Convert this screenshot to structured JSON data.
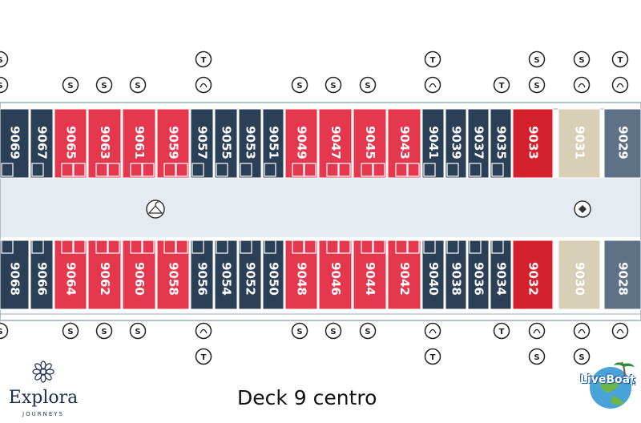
{
  "title": "Deck 9 centro",
  "brand": {
    "name": "Explora",
    "tagline": "JOURNEYS"
  },
  "watermark": {
    "text": "LiveBoat",
    "tld": ".it"
  },
  "colors": {
    "navy": "#2b3f57",
    "red": "#e5374d",
    "red_dark": "#d41f2c",
    "beige": "#d7cfb6",
    "gray": "#5e7187",
    "corridor": "#e6ebf2",
    "outline": "#9aaabd"
  },
  "cabins_top": [
    {
      "number": "9069",
      "type": "navy"
    },
    {
      "number": "9067",
      "type": "navy"
    },
    {
      "number": "9065",
      "type": "red"
    },
    {
      "number": "9063",
      "type": "red"
    },
    {
      "number": "9061",
      "type": "red"
    },
    {
      "number": "9059",
      "type": "red"
    },
    {
      "number": "9057",
      "type": "navy"
    },
    {
      "number": "9055",
      "type": "navy"
    },
    {
      "number": "9053",
      "type": "navy"
    },
    {
      "number": "9051",
      "type": "navy"
    },
    {
      "number": "9049",
      "type": "red"
    },
    {
      "number": "9047",
      "type": "red"
    },
    {
      "number": "9045",
      "type": "red"
    },
    {
      "number": "9043",
      "type": "red"
    },
    {
      "number": "9041",
      "type": "navy"
    },
    {
      "number": "9039",
      "type": "navy"
    },
    {
      "number": "9037",
      "type": "navy"
    },
    {
      "number": "9035",
      "type": "navy"
    },
    {
      "number": "9033",
      "type": "red_dark"
    },
    {
      "number": "9031",
      "type": "beige"
    },
    {
      "number": "9029",
      "type": "gray"
    }
  ],
  "cabins_bottom": [
    {
      "number": "9068",
      "type": "navy"
    },
    {
      "number": "9066",
      "type": "navy"
    },
    {
      "number": "9064",
      "type": "red"
    },
    {
      "number": "9062",
      "type": "red"
    },
    {
      "number": "9060",
      "type": "red"
    },
    {
      "number": "9058",
      "type": "red"
    },
    {
      "number": "9056",
      "type": "navy"
    },
    {
      "number": "9054",
      "type": "navy"
    },
    {
      "number": "9052",
      "type": "navy"
    },
    {
      "number": "9050",
      "type": "navy"
    },
    {
      "number": "9048",
      "type": "red"
    },
    {
      "number": "9046",
      "type": "red"
    },
    {
      "number": "9044",
      "type": "red"
    },
    {
      "number": "9042",
      "type": "red"
    },
    {
      "number": "9040",
      "type": "navy"
    },
    {
      "number": "9038",
      "type": "navy"
    },
    {
      "number": "9036",
      "type": "navy"
    },
    {
      "number": "9034",
      "type": "navy"
    },
    {
      "number": "9032",
      "type": "red_dark"
    },
    {
      "number": "9030",
      "type": "beige"
    },
    {
      "number": "9028",
      "type": "gray"
    }
  ],
  "symbols": {
    "S": "S",
    "T": "T",
    "sofa_bed": "sofa-bed-icon",
    "bath": "bath-icon",
    "balcony": "balcony-icon",
    "accessible": "accessible-icon",
    "elevator": "elevator-icon"
  }
}
